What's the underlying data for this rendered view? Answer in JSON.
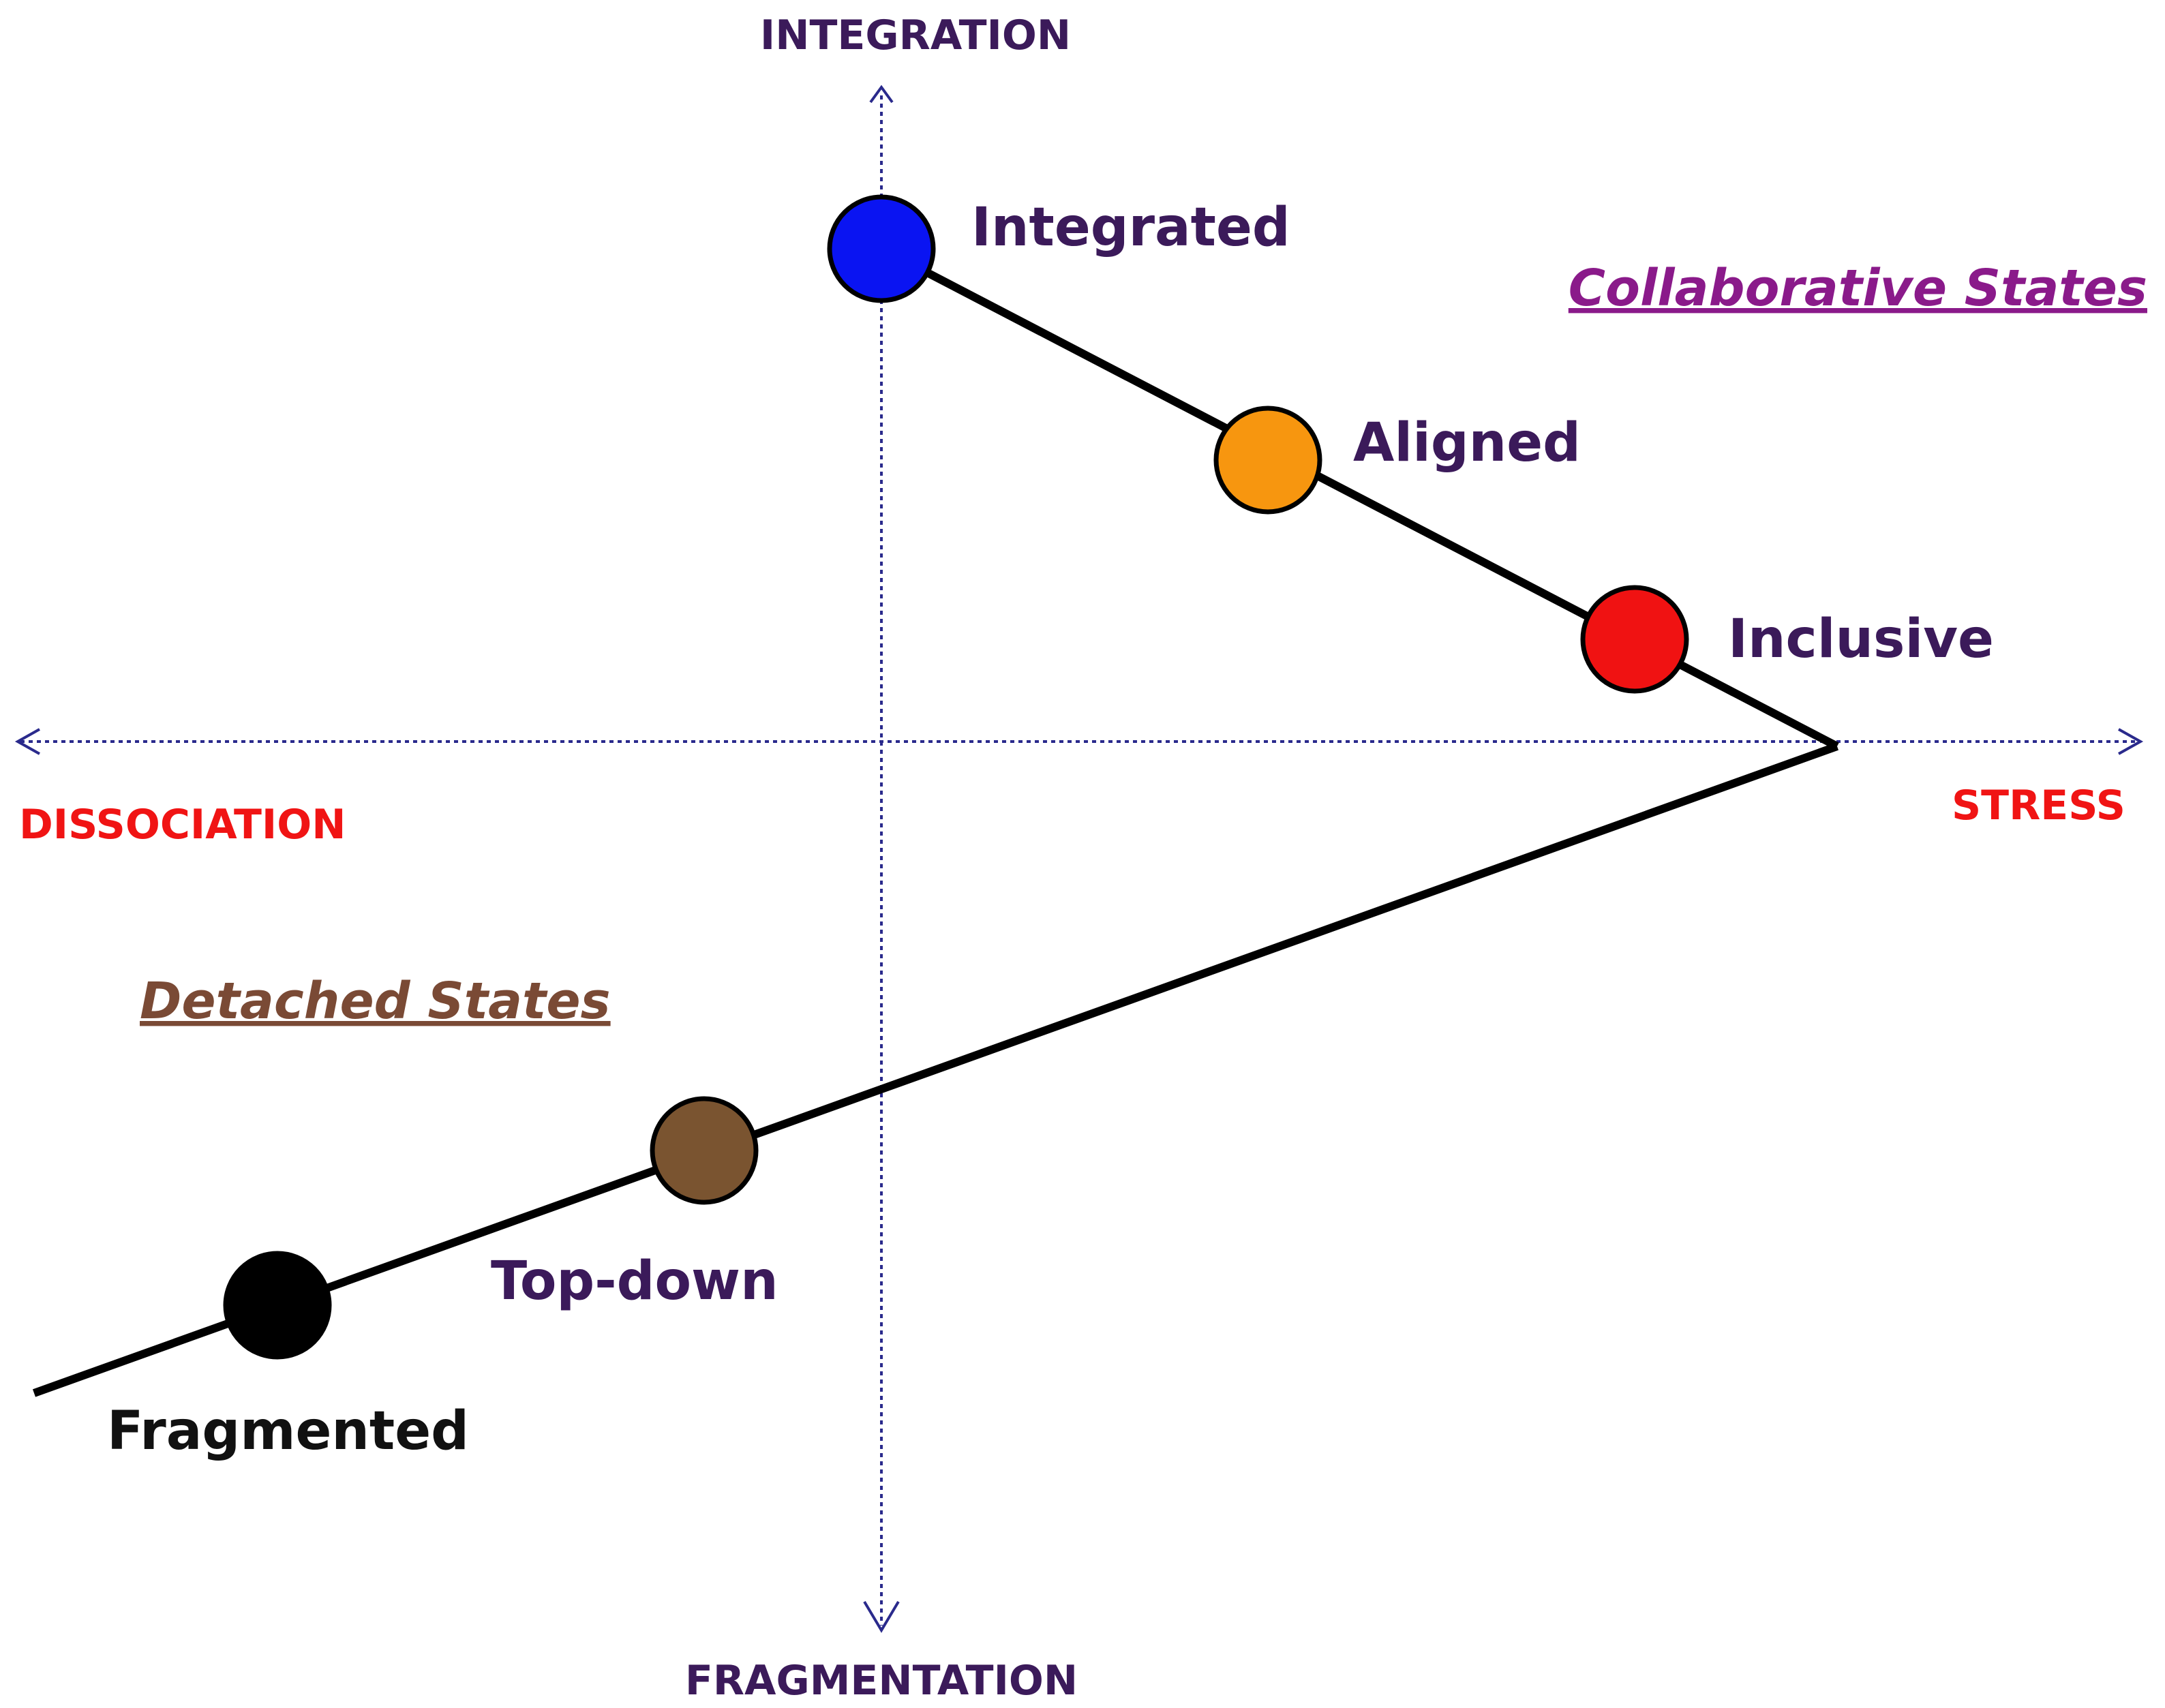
{
  "axes": {
    "top": "INTEGRATION",
    "bottom": "FRAGMENTATION",
    "left": "DISSOCIATION",
    "right": "STRESS"
  },
  "groups": {
    "collaborative": "Collaborative States",
    "detached": "Detached States"
  },
  "states": [
    {
      "name": "Integrated",
      "color": "#0a14f2"
    },
    {
      "name": "Aligned",
      "color": "#f7960f"
    },
    {
      "name": "Inclusive",
      "color": "#f01212"
    },
    {
      "name": "Top-down",
      "color": "#7a5430"
    },
    {
      "name": "Fragmented",
      "color": "#000000"
    }
  ],
  "colors": {
    "axis_line": "#2a2a8c",
    "axis_label_vertical": "#3b1a5a",
    "axis_label_horizontal": "#f01414",
    "state_label": "#3b1a5a",
    "fragmented_label": "#111111",
    "collaborative_label": "#8a1a8a",
    "detached_label": "#7a4a35"
  }
}
